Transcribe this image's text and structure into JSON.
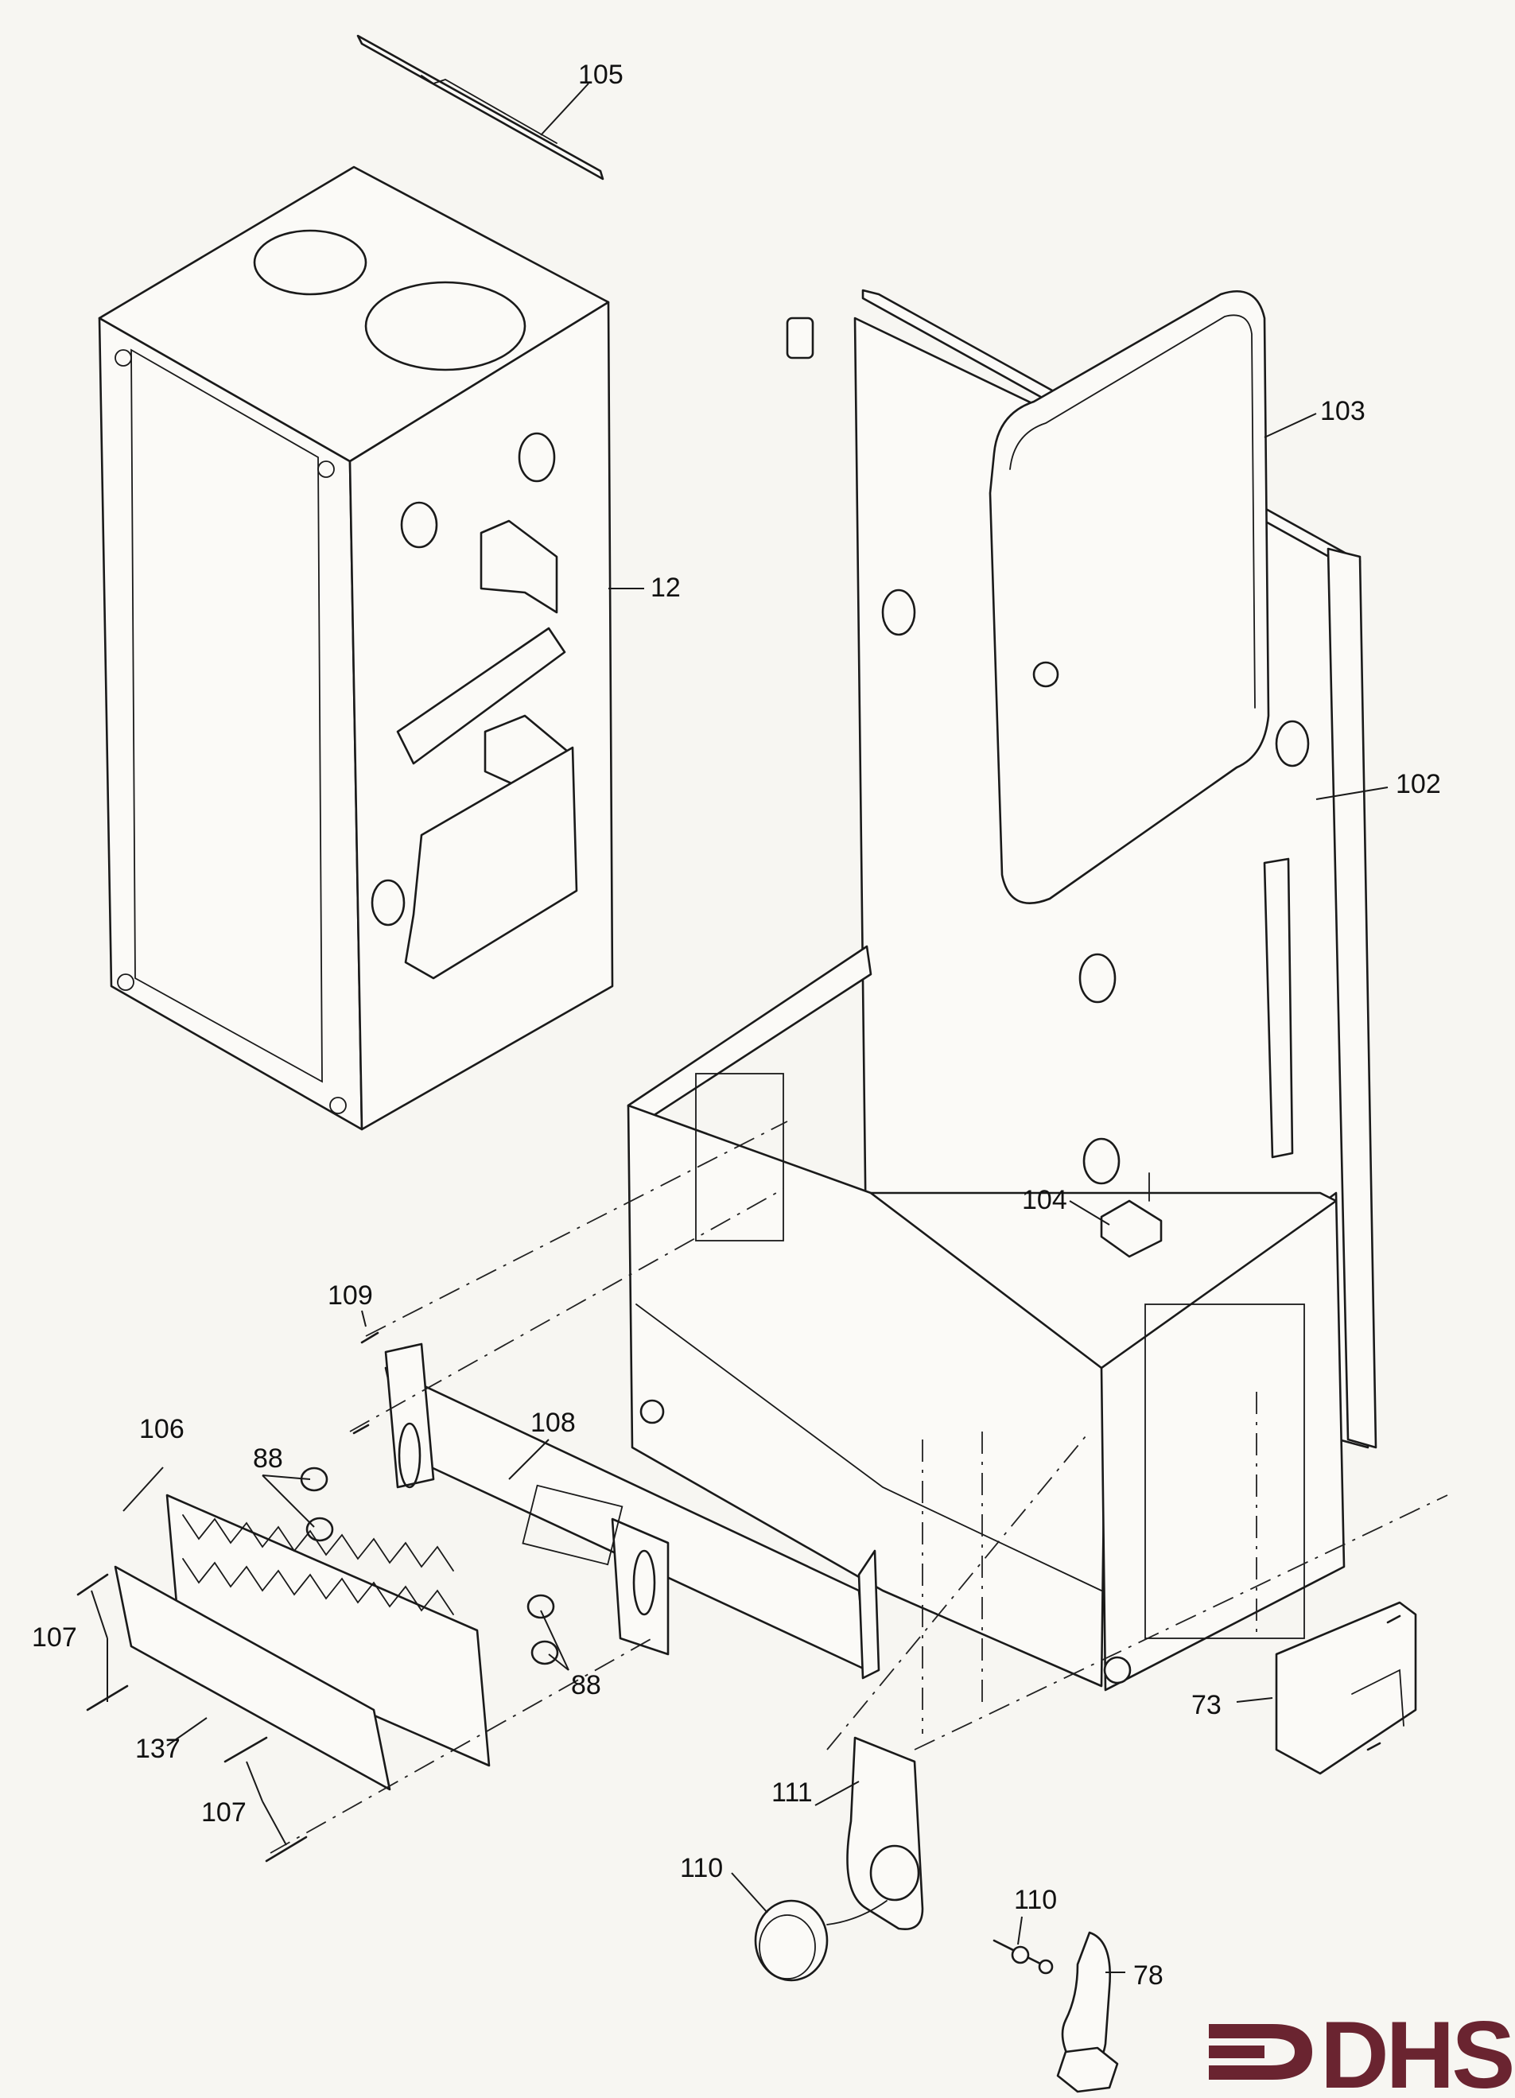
{
  "labels": {
    "p105": "105",
    "p103": "103",
    "p12": "12",
    "p102": "102",
    "p104": "104",
    "p109": "109",
    "p106": "106",
    "p88a": "88",
    "p108": "108",
    "p107a": "107",
    "p88b": "88",
    "p137": "137",
    "p107b": "107",
    "p73": "73",
    "p111": "111",
    "p110a": "110",
    "p110b": "110",
    "p78": "78"
  },
  "logo": {
    "text": "DHS",
    "color": "#6a2430"
  }
}
